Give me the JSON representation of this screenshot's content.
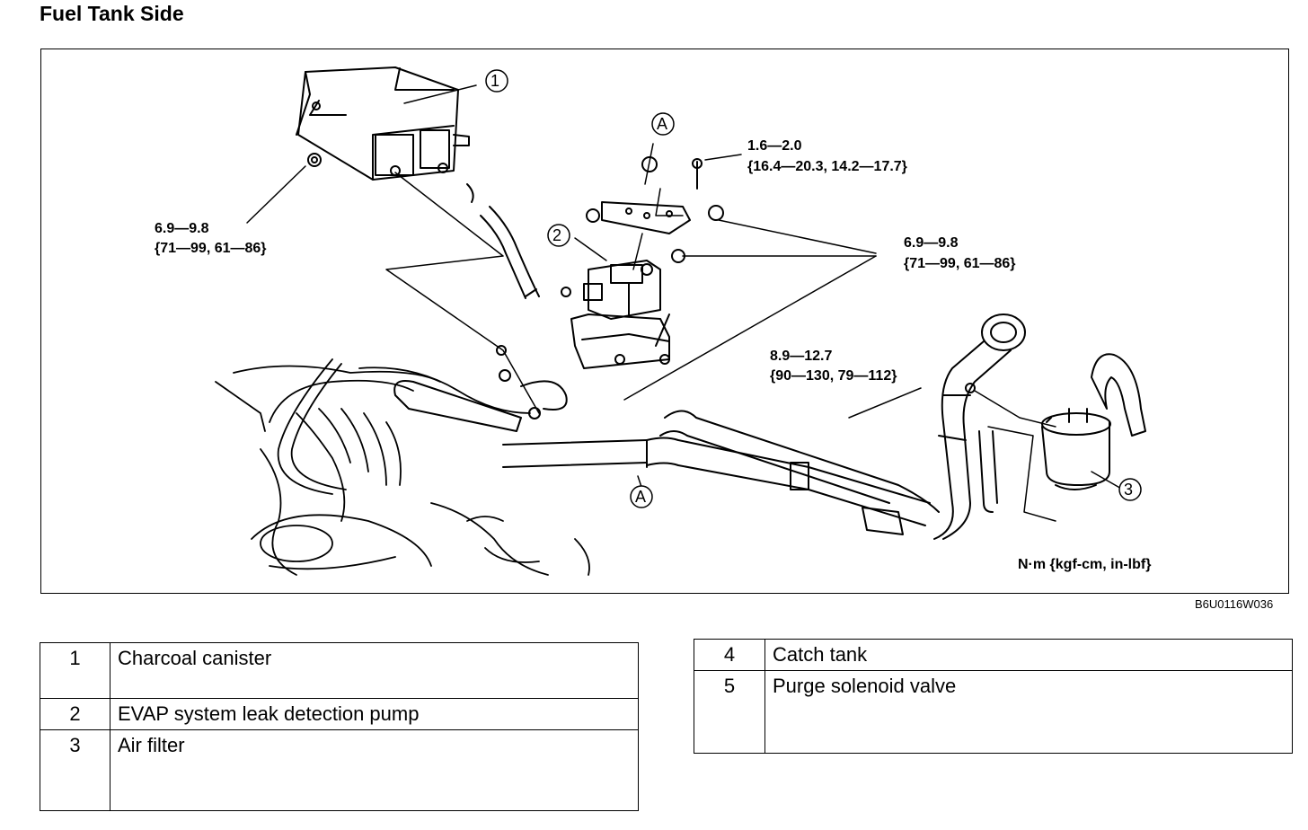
{
  "title": "Fuel Tank Side",
  "callouts": {
    "c1": "1",
    "c2": "2",
    "c3": "3",
    "a_top": "A",
    "a_bottom": "A"
  },
  "torque_specs": {
    "canister_nut": {
      "value": "6.9—9.8",
      "alt": "{71—99, 61—86}"
    },
    "bracket_bolt": {
      "value": "1.6—2.0",
      "alt": "{16.4—20.3, 14.2—17.7}"
    },
    "pump_nuts": {
      "value": "6.9—9.8",
      "alt": "{71—99, 61—86}"
    },
    "filler_bolt": {
      "value": "8.9—12.7",
      "alt": "{90—130, 79—112}"
    }
  },
  "units": "N·m {kgf-cm, in-lbf}",
  "figure_code": "B6U0116W036",
  "legend_left": [
    {
      "num": "1",
      "name": "Charcoal canister"
    },
    {
      "num": "2",
      "name": "EVAP system leak detection pump"
    },
    {
      "num": "3",
      "name": "Air filter"
    }
  ],
  "legend_right": [
    {
      "num": "4",
      "name": "Catch tank"
    },
    {
      "num": "5",
      "name": "Purge solenoid valve"
    }
  ]
}
